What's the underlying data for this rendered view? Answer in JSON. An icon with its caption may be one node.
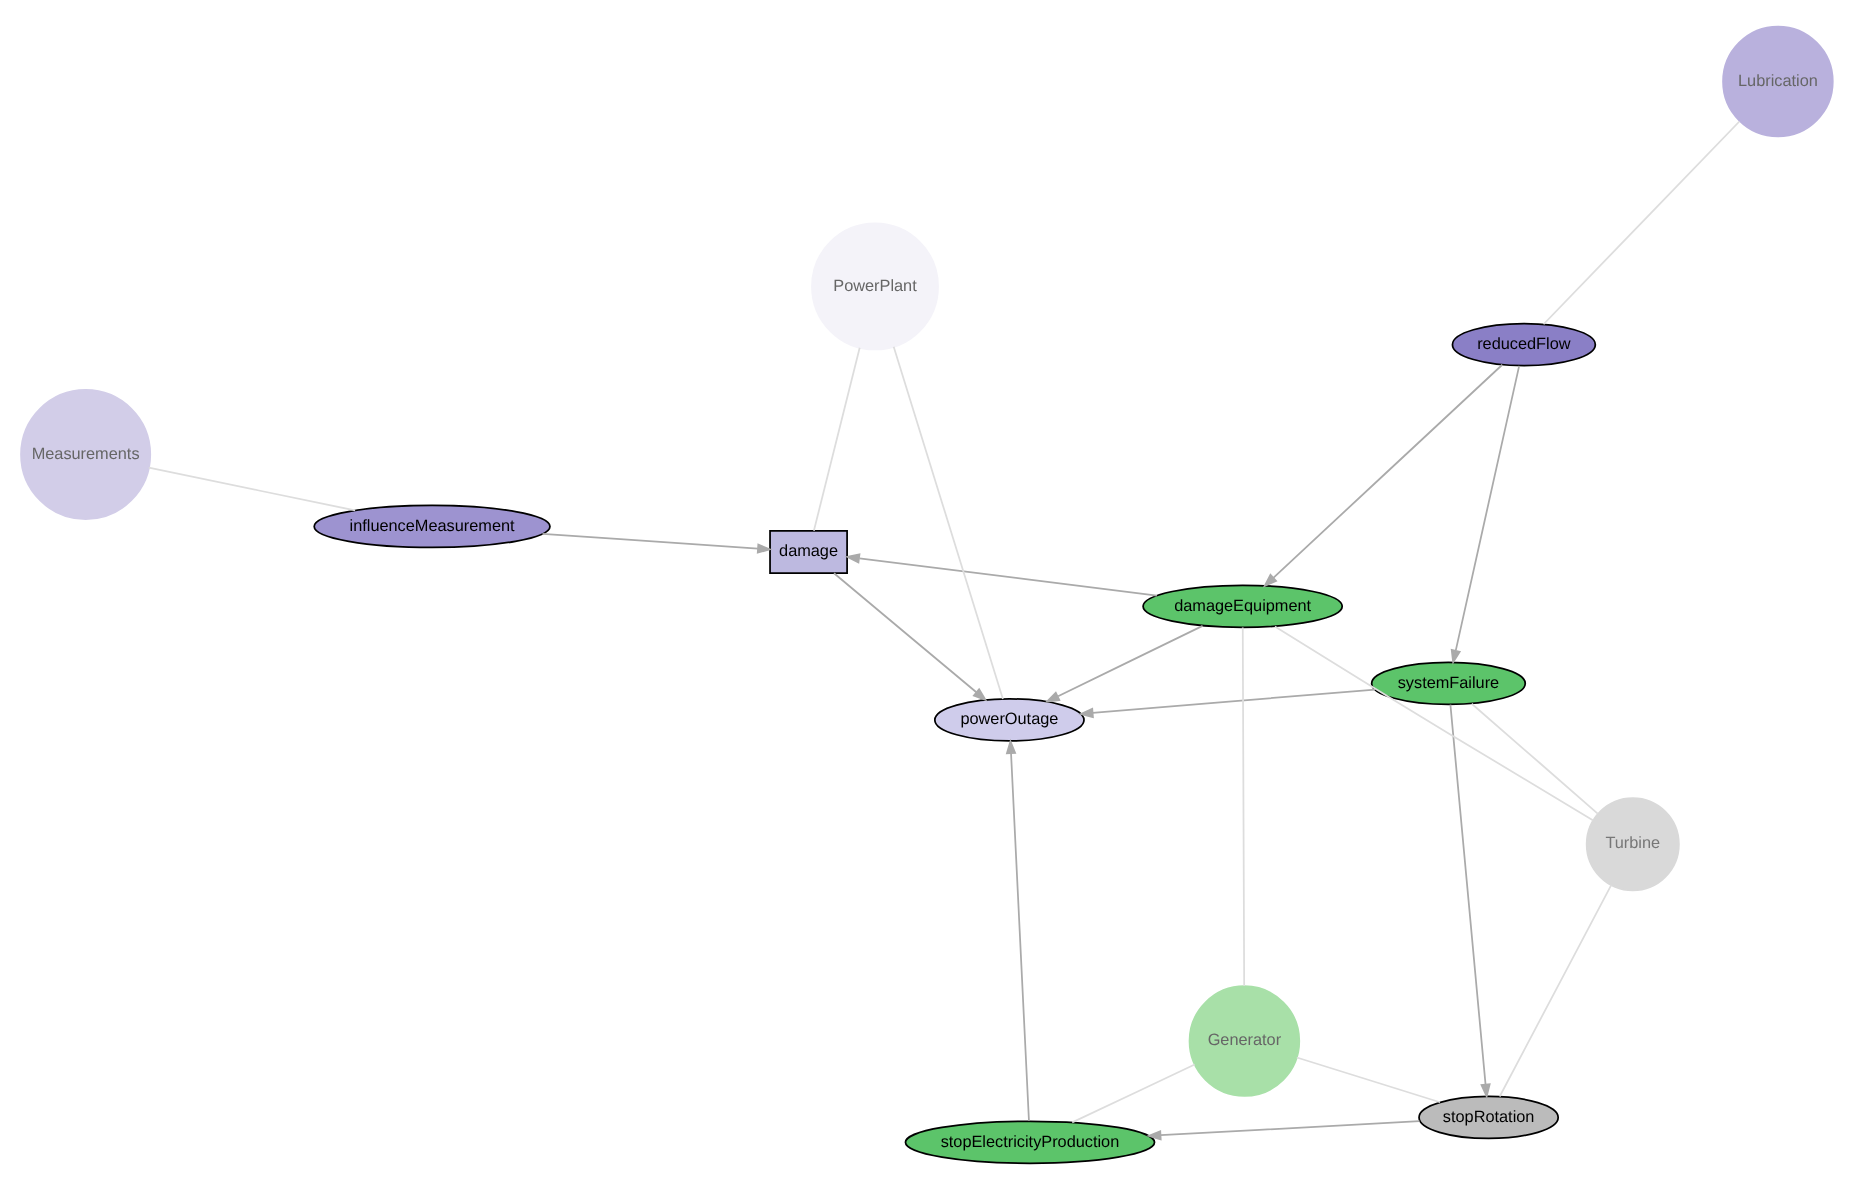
{
  "diagram": {
    "nodes": [
      {
        "text": [
          "Lubrication"
        ]
      },
      {
        "text": [
          "systemFailure"
        ]
      },
      {
        "text": [
          "Turbine"
        ]
      },
      {
        "text": [
          "reducedFlow"
        ]
      },
      {
        "text": [
          "stopRotation"
        ]
      },
      {
        "text": [
          "damageEquipment"
        ]
      },
      {
        "text": [
          "Generator"
        ]
      },
      {
        "text": [
          "powerOutage"
        ]
      },
      {
        "text": [
          "influenceMeasurement"
        ]
      },
      {
        "text": [
          "damage"
        ]
      },
      {
        "text": [
          "stopElectricityProduction"
        ]
      },
      {
        "text": [
          "Measurements"
        ]
      },
      {
        "text": [
          "PowerPlant"
        ]
      }
    ],
    "edges": [
      {
        "from": 3,
        "to": 1,
        "arrow": "to"
      },
      {
        "from": 3,
        "to": 5,
        "arrow": "to"
      },
      {
        "from": 1,
        "to": 4,
        "arrow": "to"
      },
      {
        "from": 1,
        "to": 7,
        "arrow": "to"
      },
      {
        "from": 4,
        "to": 10,
        "arrow": "to"
      },
      {
        "from": 5,
        "to": 9,
        "arrow": "to"
      },
      {
        "from": 5,
        "to": 7,
        "arrow": "to"
      },
      {
        "from": 8,
        "to": 9,
        "arrow": "to"
      },
      {
        "from": 9,
        "to": 7,
        "arrow": "to"
      },
      {
        "from": 10,
        "to": 7,
        "arrow": "to"
      },
      {
        "from": 0,
        "to": 3,
        "arrow": "none",
        "color": "#dddddd"
      },
      {
        "from": 2,
        "to": 1,
        "arrow": "none",
        "color": "#dddddd"
      },
      {
        "from": 2,
        "to": 4,
        "arrow": "none",
        "color": "#dddddd"
      },
      {
        "from": 2,
        "to": 5,
        "arrow": "none",
        "color": "#dddddd"
      },
      {
        "from": 6,
        "to": 5,
        "arrow": "none",
        "color": "#dddddd"
      },
      {
        "from": 6,
        "to": 4,
        "arrow": "none",
        "color": "#dddddd"
      },
      {
        "from": 6,
        "to": 10,
        "arrow": "none",
        "color": "#dddddd"
      },
      {
        "from": 11,
        "to": 8,
        "arrow": "none",
        "color": "#dddddd"
      },
      {
        "from": 12,
        "to": 9,
        "arrow": "none",
        "color": "#dddddd"
      },
      {
        "from": 12,
        "to": 7,
        "arrow": "none",
        "color": "#dddddd"
      }
    ]
  }
}
